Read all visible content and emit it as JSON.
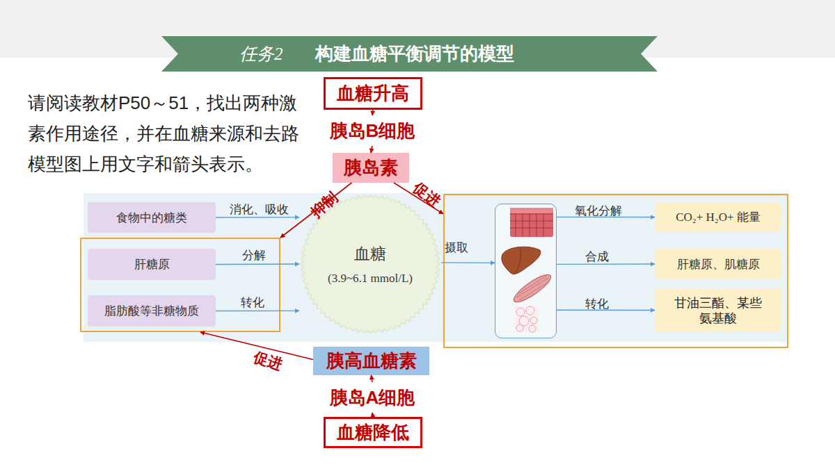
{
  "diagram": {
    "nodes": [
      {
        "text": [
          "任务2",
          "构建血糖平衡调节的模型"
        ]
      },
      {
        "text": [
          "血糖升高"
        ]
      },
      {
        "text": [
          "胰岛B细胞"
        ]
      },
      {
        "text": [
          "胰岛素"
        ]
      },
      {
        "text": [
          "食物中的糖类"
        ]
      },
      {
        "text": []
      },
      {
        "text": [
          "肝糖原"
        ],
        "in": 5
      },
      {
        "text": [
          "脂肪酸等非糖物质"
        ],
        "in": 5
      },
      {
        "text": [
          "血糖",
          "(3.9~6.1 mmol/L)"
        ]
      },
      {
        "text": []
      },
      {
        "text": [],
        "in": 9
      },
      {
        "text": [
          "CO₂+ H₂O+ 能量"
        ],
        "in": 9
      },
      {
        "text": [
          "肝糖原、肌糖原"
        ],
        "in": 9
      },
      {
        "text": [
          "甘油三酯、某些氨基酸"
        ],
        "in": 9
      },
      {
        "text": [
          "胰高血糖素"
        ]
      },
      {
        "text": [
          "胰岛A细胞"
        ]
      },
      {
        "text": [
          "血糖降低"
        ]
      }
    ],
    "edges": [
      {
        "from": 4,
        "to": 8,
        "label": "消化、吸收",
        "arrow": "to"
      },
      {
        "from": 6,
        "to": 8,
        "label": "分解",
        "arrow": "to"
      },
      {
        "from": 7,
        "to": 8,
        "label": "转化",
        "arrow": "to"
      },
      {
        "from": 1,
        "to": 2,
        "arrow": "to"
      },
      {
        "from": 2,
        "to": 3,
        "arrow": "to"
      },
      {
        "from": 3,
        "to": 5,
        "label": "抑制",
        "arrow": "to"
      },
      {
        "from": 3,
        "to": 9,
        "label": "促进",
        "arrow": "to"
      },
      {
        "from": 14,
        "to": 5,
        "label": "促进",
        "arrow": "to"
      },
      {
        "from": 15,
        "to": 14,
        "arrow": "to"
      },
      {
        "from": 16,
        "to": 15,
        "arrow": "to"
      },
      {
        "from": 8,
        "to": 10,
        "label": "摄取",
        "arrow": "to"
      },
      {
        "from": 10,
        "to": 11,
        "label": "氧化分解",
        "arrow": "to"
      },
      {
        "from": 10,
        "to": 12,
        "label": "合成",
        "arrow": "to"
      },
      {
        "from": 10,
        "to": 13,
        "label": "转化",
        "arrow": "to"
      }
    ],
    "labels": [
      "请阅读教材P50～51，找出两种激素作用途径，并在血糖来源和去路模型图上用文字和箭头表示。"
    ]
  }
}
